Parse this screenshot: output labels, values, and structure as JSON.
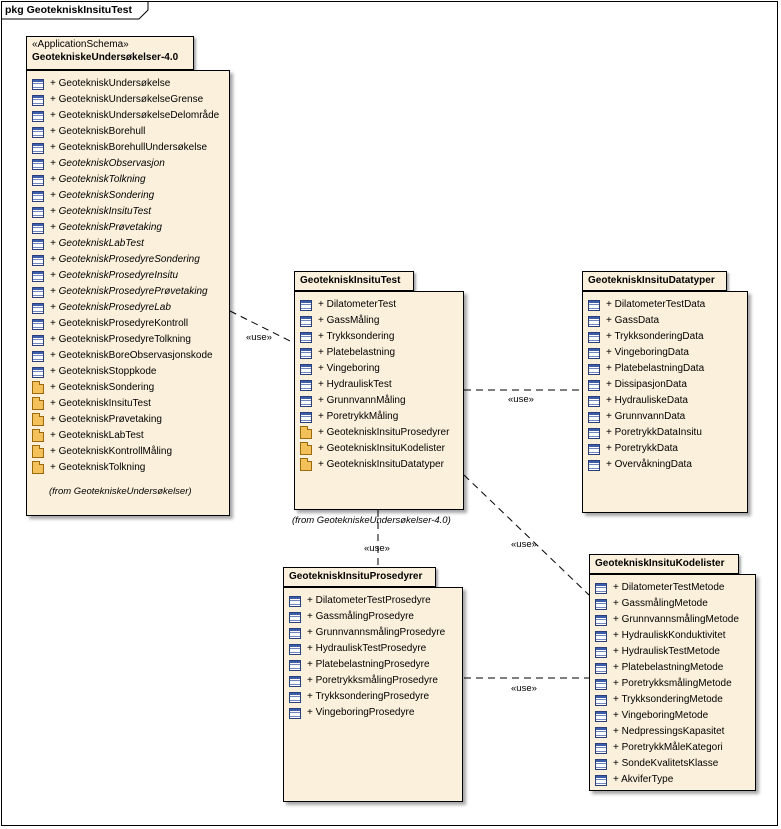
{
  "frame": {
    "title": "pkg GeotekniskInsituTest"
  },
  "packages": {
    "app_schema": {
      "stereotype": "«ApplicationSchema»",
      "name": "GeotekniskeUndersøkelser-4.0",
      "from": "(from GeotekniskeUndersøkelser)",
      "items": [
        {
          "label": "+ GeotekniskUndersøkelse",
          "icon": "class-icon",
          "italic": false
        },
        {
          "label": "+ GeotekniskUndersøkelseGrense",
          "icon": "class-icon",
          "italic": false
        },
        {
          "label": "+ GeotekniskUndersøkelseDelområde",
          "icon": "class-icon",
          "italic": false
        },
        {
          "label": "+ GeotekniskBorehull",
          "icon": "class-icon",
          "italic": false
        },
        {
          "label": "+ GeotekniskBorehullUndersøkelse",
          "icon": "class-icon",
          "italic": false
        },
        {
          "label": "+ GeotekniskObservasjon",
          "icon": "class-icon",
          "italic": true
        },
        {
          "label": "+ GeotekniskTolkning",
          "icon": "class-icon",
          "italic": true
        },
        {
          "label": "+ GeotekniskSondering",
          "icon": "class-icon",
          "italic": true
        },
        {
          "label": "+ GeotekniskInsituTest",
          "icon": "class-icon",
          "italic": true
        },
        {
          "label": "+ GeotekniskPrøvetaking",
          "icon": "class-icon",
          "italic": true
        },
        {
          "label": "+ GeotekniskLabTest",
          "icon": "class-icon",
          "italic": true
        },
        {
          "label": "+ GeotekniskProsedyreSondering",
          "icon": "class-icon",
          "italic": true
        },
        {
          "label": "+ GeotekniskProsedyreInsitu",
          "icon": "class-icon",
          "italic": true
        },
        {
          "label": "+ GeotekniskProsedyrePrøvetaking",
          "icon": "class-icon",
          "italic": true
        },
        {
          "label": "+ GeotekniskProsedyreLab",
          "icon": "class-icon",
          "italic": true
        },
        {
          "label": "+ GeotekniskProsedyreKontroll",
          "icon": "class-icon",
          "italic": false
        },
        {
          "label": "+ GeotekniskProsedyreTolkning",
          "icon": "class-icon",
          "italic": false
        },
        {
          "label": "+ GeotekniskBoreObservasjonskode",
          "icon": "class-icon",
          "italic": false
        },
        {
          "label": "+ GeotekniskStoppkode",
          "icon": "class-icon",
          "italic": false
        },
        {
          "label": "+ GeotekniskSondering",
          "icon": "package-icon",
          "italic": false
        },
        {
          "label": "+ GeotekniskInsituTest",
          "icon": "package-icon",
          "italic": false
        },
        {
          "label": "+ GeotekniskPrøvetaking",
          "icon": "package-icon",
          "italic": false
        },
        {
          "label": "+ GeotekniskLabTest",
          "icon": "package-icon",
          "italic": false
        },
        {
          "label": "+ GeotekniskKontrollMåling",
          "icon": "package-icon",
          "italic": false
        },
        {
          "label": "+ GeotekniskTolkning",
          "icon": "package-icon",
          "italic": false
        }
      ]
    },
    "insitu_test": {
      "name": "GeotekniskInsituTest",
      "from": "(from GeotekniskeUndersøkelser-4.0)",
      "items": [
        {
          "label": "+ DilatometerTest",
          "icon": "class-icon"
        },
        {
          "label": "+ GassMåling",
          "icon": "class-icon"
        },
        {
          "label": "+ Trykksondering",
          "icon": "class-icon"
        },
        {
          "label": "+ Platebelastning",
          "icon": "class-icon"
        },
        {
          "label": "+ Vingeboring",
          "icon": "class-icon"
        },
        {
          "label": "+ HydrauliskTest",
          "icon": "class-icon"
        },
        {
          "label": "+ GrunnvannMåling",
          "icon": "class-icon"
        },
        {
          "label": "+ PoretrykkMåling",
          "icon": "class-icon"
        },
        {
          "label": "+ GeotekniskInsituProsedyrer",
          "icon": "package-icon"
        },
        {
          "label": "+ GeotekniskInsituKodelister",
          "icon": "package-icon"
        },
        {
          "label": "+ GeotekniskInsituDatatyper",
          "icon": "package-icon"
        }
      ]
    },
    "datatyper": {
      "name": "GeotekniskInsituDatatyper",
      "items": [
        {
          "label": "+ DilatometerTestData",
          "icon": "class-icon"
        },
        {
          "label": "+ GassData",
          "icon": "class-icon"
        },
        {
          "label": "+ TrykksonderingData",
          "icon": "class-icon"
        },
        {
          "label": "+ VingeboringData",
          "icon": "class-icon"
        },
        {
          "label": "+ PlatebelastningData",
          "icon": "class-icon"
        },
        {
          "label": "+ DissipasjonData",
          "icon": "class-icon"
        },
        {
          "label": "+ HydrauliskeData",
          "icon": "class-icon"
        },
        {
          "label": "+ GrunnvannData",
          "icon": "class-icon"
        },
        {
          "label": "+ PoretrykkDataInsitu",
          "icon": "class-icon"
        },
        {
          "label": "+ PoretrykkData",
          "icon": "class-icon"
        },
        {
          "label": "+ OvervåkningData",
          "icon": "class-icon"
        }
      ]
    },
    "prosedyrer": {
      "name": "GeotekniskInsituProsedyrer",
      "items": [
        {
          "label": "+ DilatometerTestProsedyre",
          "icon": "class-icon"
        },
        {
          "label": "+ GassmålingProsedyre",
          "icon": "class-icon"
        },
        {
          "label": "+ GrunnvannsmålingProsedyre",
          "icon": "class-icon"
        },
        {
          "label": "+ HydrauliskTestProsedyre",
          "icon": "class-icon"
        },
        {
          "label": "+ PlatebelastningProsedyre",
          "icon": "class-icon"
        },
        {
          "label": "+ PoretrykksmålingProsedyre",
          "icon": "class-icon"
        },
        {
          "label": "+ TrykksonderingProsedyre",
          "icon": "class-icon"
        },
        {
          "label": "+ VingeboringProsedyre",
          "icon": "class-icon"
        }
      ]
    },
    "kodelister": {
      "name": "GeotekniskInsituKodelister",
      "items": [
        {
          "label": "+ DilatometerTestMetode",
          "icon": "class-icon"
        },
        {
          "label": "+ GassmålingMetode",
          "icon": "class-icon"
        },
        {
          "label": "+ GrunnvannsmålingMetode",
          "icon": "class-icon"
        },
        {
          "label": "+ HydrauliskKonduktivitet",
          "icon": "class-icon"
        },
        {
          "label": "+ HydrauliskTestMetode",
          "icon": "class-icon"
        },
        {
          "label": "+ PlatebelastningMetode",
          "icon": "class-icon"
        },
        {
          "label": "+ PoretrykksmålingMetode",
          "icon": "class-icon"
        },
        {
          "label": "+ TrykksonderingMetode",
          "icon": "class-icon"
        },
        {
          "label": "+ VingeboringMetode",
          "icon": "class-icon"
        },
        {
          "label": "+ NedpressingsKapasitet",
          "icon": "class-icon"
        },
        {
          "label": "+ PoretrykkMåleKategori",
          "icon": "class-icon"
        },
        {
          "label": "+ SondeKvalitetsKlasse",
          "icon": "class-icon"
        },
        {
          "label": "+ AkviferType",
          "icon": "class-icon"
        }
      ]
    }
  },
  "connectors": {
    "use_label": "«use»"
  }
}
